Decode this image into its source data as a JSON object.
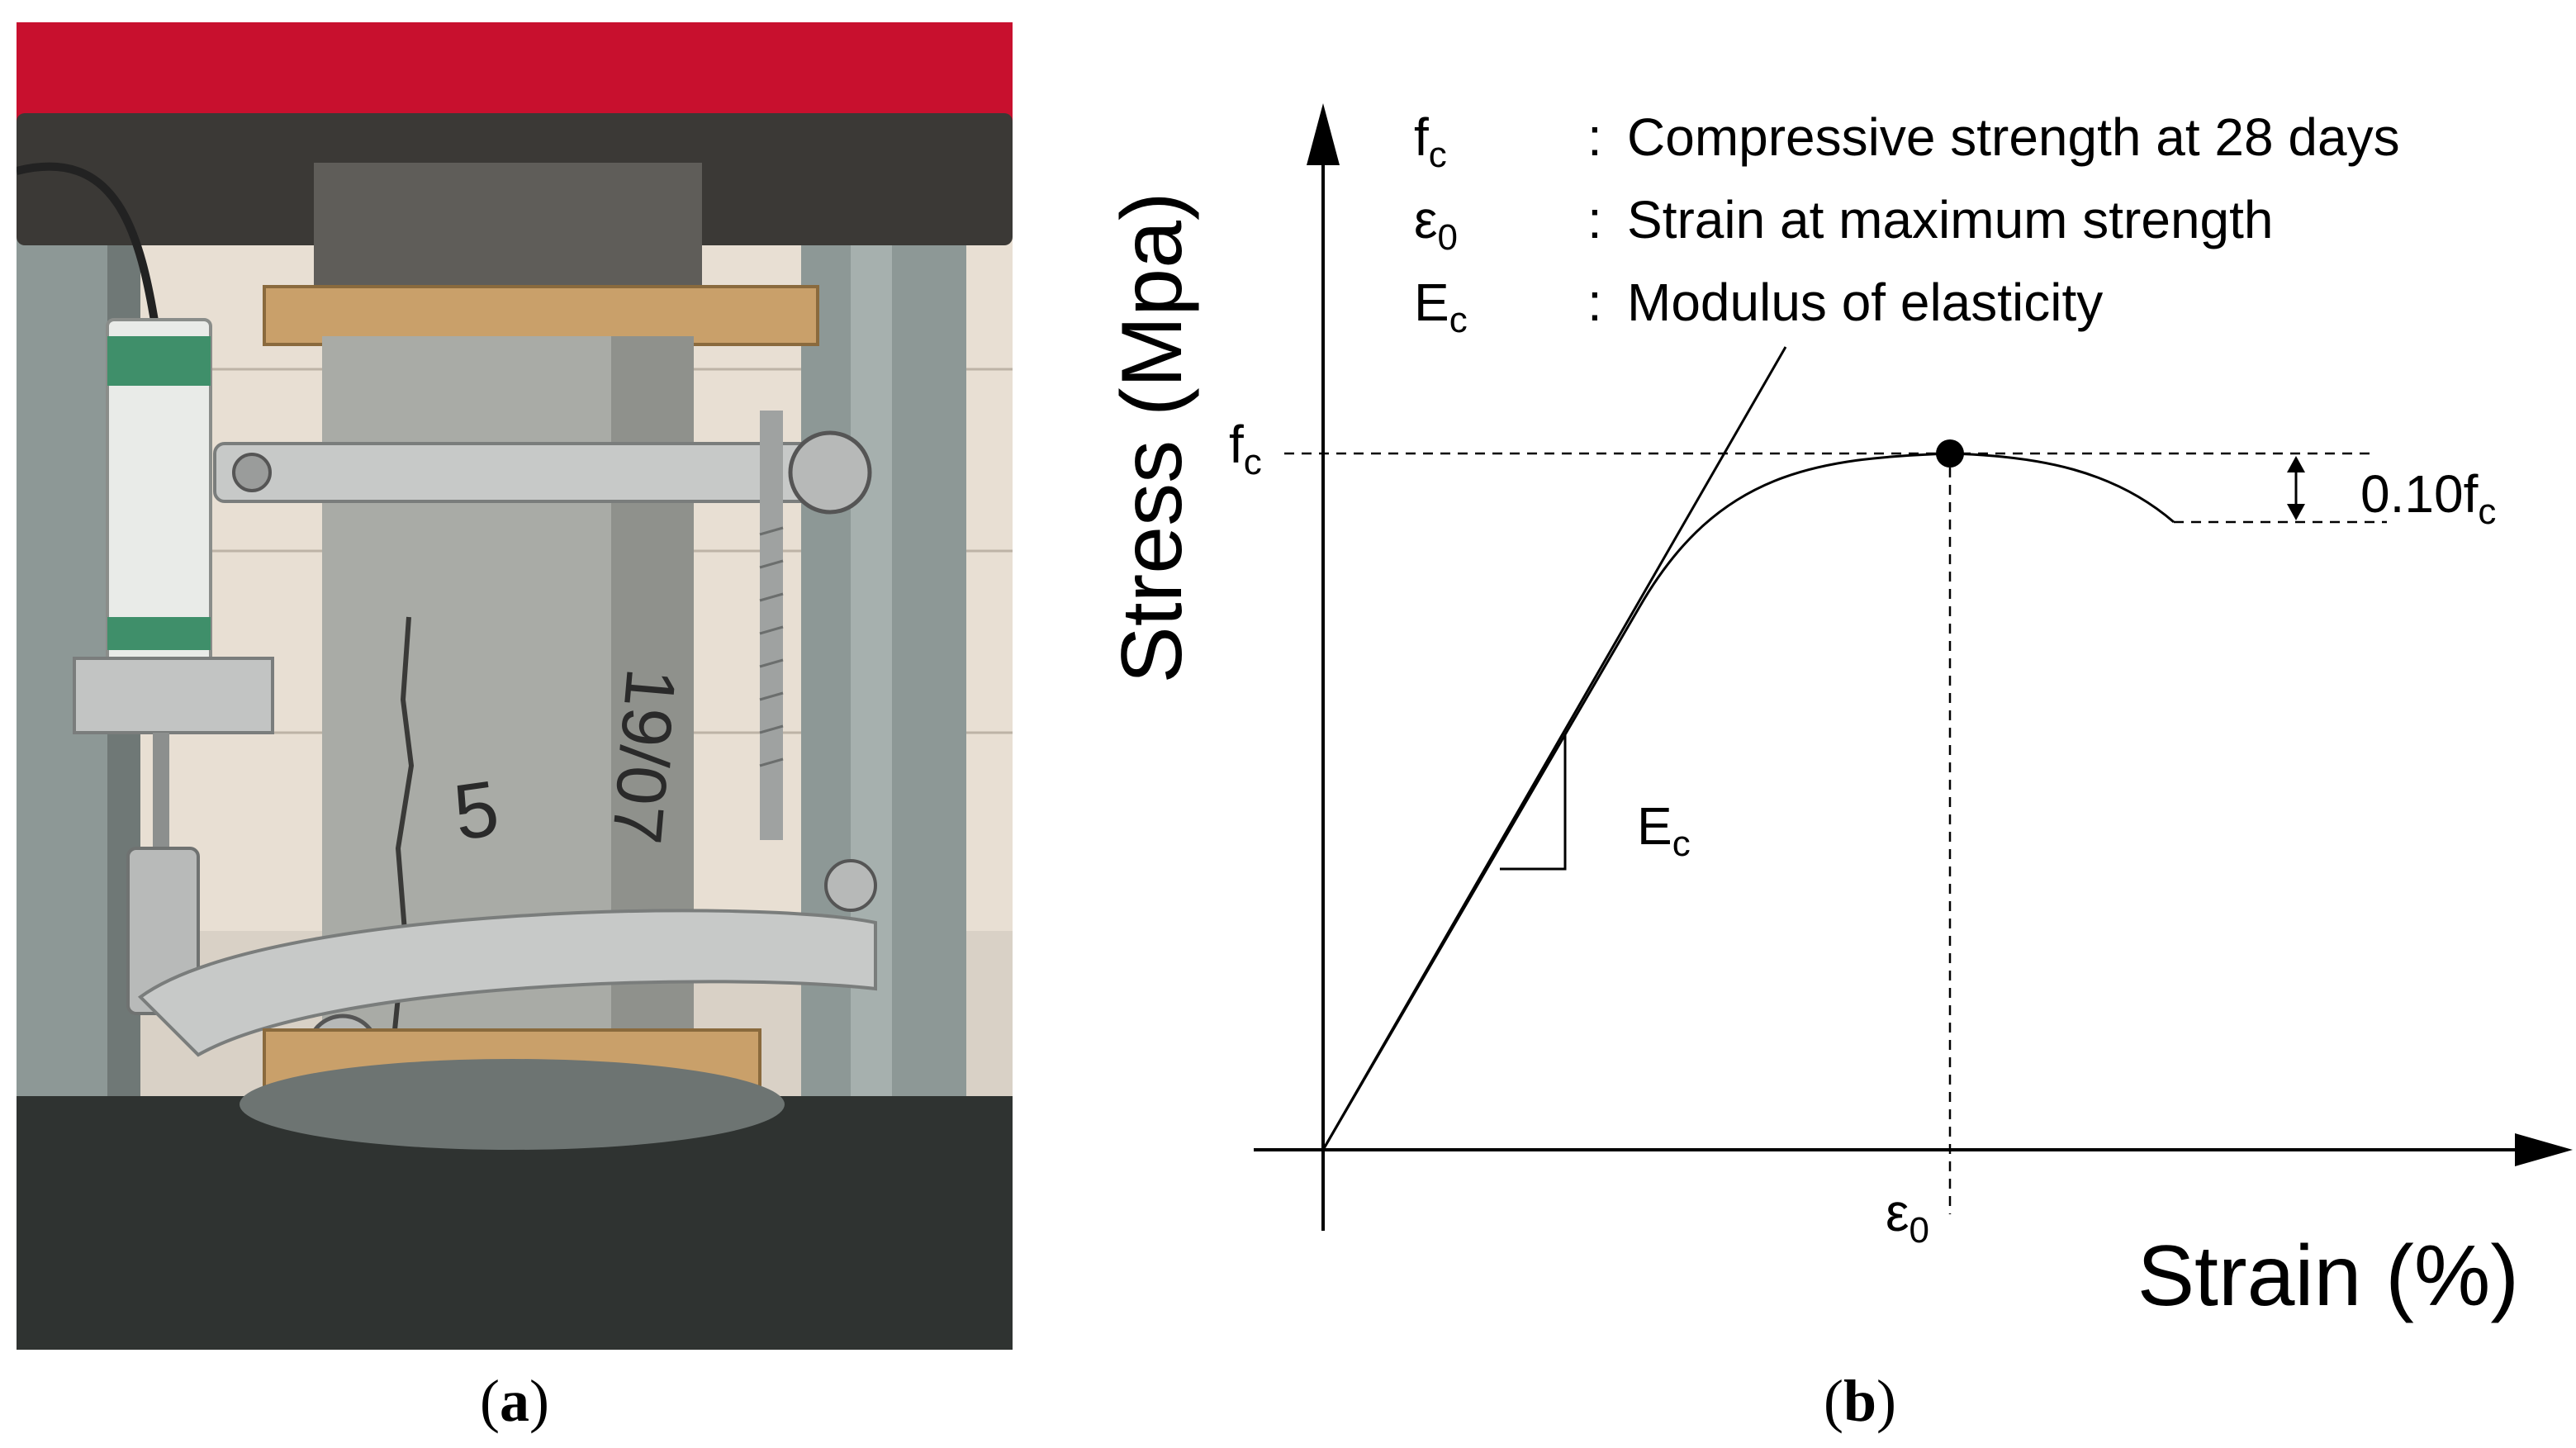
{
  "panel_a": {
    "caption_open": "(",
    "caption_letter": "a",
    "caption_close": ")",
    "specimen_markings": {
      "number": "5",
      "date": "19/07"
    }
  },
  "panel_b": {
    "caption_open": "(",
    "caption_letter": "b",
    "caption_close": ")",
    "y_axis_label": "Stress (Mpa)",
    "x_axis_label": "Strain (%)",
    "legend": [
      {
        "symbol": "f",
        "sub": "c",
        "separator": ":",
        "text": "Compressive strength at 28 days"
      },
      {
        "symbol": "ε",
        "sub": "0",
        "separator": ":",
        "text": "Strain at maximum strength"
      },
      {
        "symbol": "E",
        "sub": "c",
        "separator": ":",
        "text": "Modulus of elasticity"
      }
    ],
    "y_tick": {
      "symbol": "f",
      "sub": "c"
    },
    "x_tick": {
      "symbol": "ε",
      "sub": "0"
    },
    "slope_label": {
      "symbol": "E",
      "sub": "c"
    },
    "drop_label": {
      "prefix": "0.10f",
      "sub": "c"
    }
  },
  "colors": {
    "press_plate_red": "#c8102e",
    "steel_column": "#8d9896",
    "concrete": "#a9aba6",
    "plywood": "#c9a06a",
    "sensor_green": "#3f8f6a",
    "line": "#000000"
  }
}
